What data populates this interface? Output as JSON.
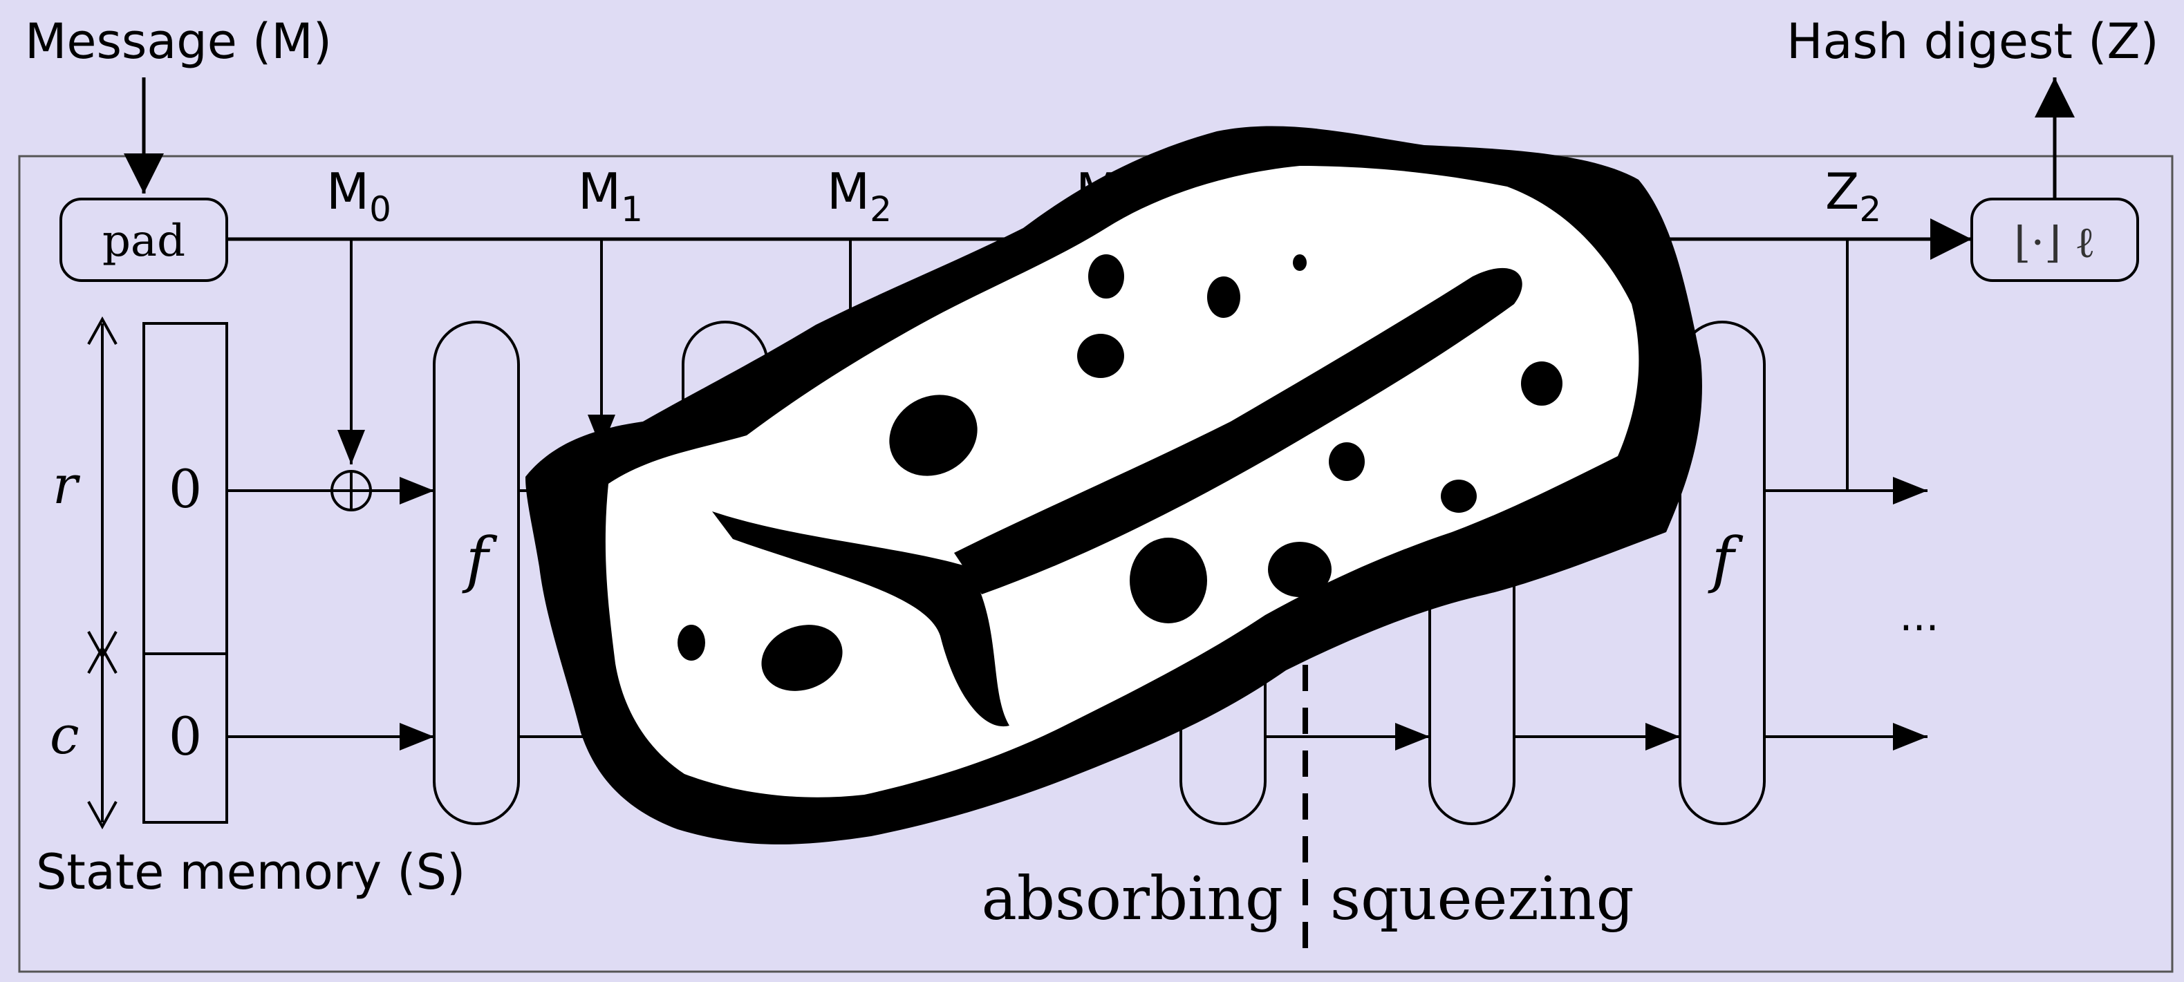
{
  "labels": {
    "message": "Message (M)",
    "hash_digest": "Hash digest (Z)",
    "pad": "pad",
    "truncate": "⌊·⌋ ℓ",
    "m0_base": "M",
    "m0_sub": "0",
    "m1_base": "M",
    "m1_sub": "1",
    "m2_base": "M",
    "m2_sub": "2",
    "m3_partial": "M",
    "z2_base": "Z",
    "z2_sub": "2",
    "r": "r",
    "c": "c",
    "zero_top": "0",
    "zero_bottom": "0",
    "f_first": "f",
    "f_last": "f",
    "xor": "⊕",
    "ellipsis": "...",
    "state_memory": "State memory (S)",
    "absorbing": "absorbing",
    "squeezing": "squeezing"
  },
  "colors": {
    "background": "#dfdcf4",
    "stroke": "#000000",
    "box_fill": "#dfdcf4",
    "blob_fill": "#ffffff"
  },
  "icons": {
    "occluding_blob": "ink-blob-icon"
  }
}
